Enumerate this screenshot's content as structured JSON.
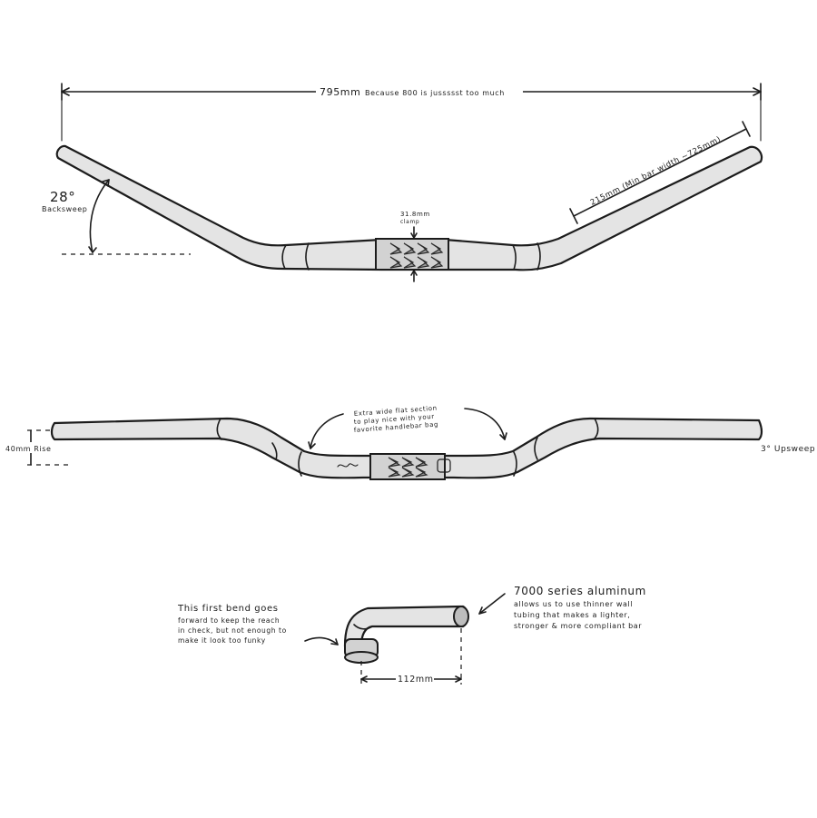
{
  "top_view": {
    "width_dim": "795mm",
    "width_note": "Because 800 is jussssst too much",
    "backsweep_value": "28°",
    "backsweep_label": "Backsweep",
    "clamp_value": "31.8mm",
    "clamp_label": "clamp",
    "cut_note": "215mm (Min bar width ~725mm)"
  },
  "front_view": {
    "rise_label": "40mm Rise",
    "upsweep_label": "3° Upsweep",
    "flat_note_line1": "Extra wide flat section",
    "flat_note_line2": "to play nice with your",
    "flat_note_line3": "favorite handlebar bag"
  },
  "side_view": {
    "bend_note_line1": "This first bend goes",
    "bend_note_line2": "forward to keep the reach",
    "bend_note_line3": "in check, but not enough to",
    "bend_note_line4": "make it look too funky",
    "reach_dim": "112mm",
    "alloy_heading": "7000 series aluminum",
    "alloy_line2": "allows us to use thinner wall",
    "alloy_line3": "tubing that makes a lighter,",
    "alloy_line4": "stronger & more compliant bar"
  }
}
